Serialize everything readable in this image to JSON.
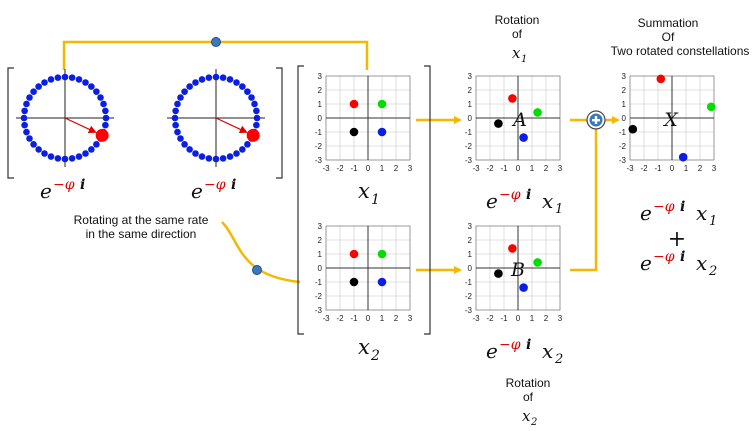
{
  "colors": {
    "arrow": "#F5B800",
    "ring": "#0A1EE6",
    "red": "#FF0000",
    "green": "#00DD00",
    "blue": "#0A1EE6",
    "black": "#000000",
    "phase": "#E00000",
    "junction": "#3A78C0"
  },
  "labels": {
    "rotation_top": [
      "Rotation",
      "of"
    ],
    "rotation_bottom": [
      "Rotation",
      "of"
    ],
    "summation": [
      "Summation",
      "Of",
      "Two rotated constellations"
    ],
    "rotating_note": [
      "Rotating at the same rate",
      "in the same direction"
    ]
  },
  "math": {
    "e": "e",
    "minus_phi": "−φ",
    "i": "i",
    "x": "x",
    "sub1": "1",
    "sub2": "2",
    "plus": "+",
    "A": "A",
    "B": "B",
    "X": "X"
  },
  "ticks": [
    "-3",
    "-2",
    "-1",
    "0",
    "1",
    "2",
    "3"
  ],
  "constellations": {
    "x1": [
      {
        "x": -1,
        "y": 1,
        "color": "red"
      },
      {
        "x": 1,
        "y": 1,
        "color": "green"
      },
      {
        "x": -1,
        "y": -1,
        "color": "black"
      },
      {
        "x": 1,
        "y": -1,
        "color": "blue"
      }
    ],
    "x2": [
      {
        "x": -1,
        "y": 1,
        "color": "red"
      },
      {
        "x": 1,
        "y": 1,
        "color": "green"
      },
      {
        "x": -1,
        "y": -1,
        "color": "black"
      },
      {
        "x": 1,
        "y": -1,
        "color": "blue"
      }
    ],
    "A": [
      {
        "x": -0.4,
        "y": 1.4,
        "color": "red"
      },
      {
        "x": 1.4,
        "y": 0.4,
        "color": "green"
      },
      {
        "x": -1.4,
        "y": -0.4,
        "color": "black"
      },
      {
        "x": 0.4,
        "y": -1.4,
        "color": "blue"
      }
    ],
    "B": [
      {
        "x": -0.4,
        "y": 1.4,
        "color": "red"
      },
      {
        "x": 1.4,
        "y": 0.4,
        "color": "green"
      },
      {
        "x": -1.4,
        "y": -0.4,
        "color": "black"
      },
      {
        "x": 0.4,
        "y": -1.4,
        "color": "blue"
      }
    ],
    "X": [
      {
        "x": -0.8,
        "y": 2.8,
        "color": "red"
      },
      {
        "x": 2.8,
        "y": 0.8,
        "color": "green"
      },
      {
        "x": -2.8,
        "y": -0.8,
        "color": "black"
      },
      {
        "x": 0.8,
        "y": -2.8,
        "color": "blue"
      }
    ]
  },
  "phase_circle": {
    "dot_count": 36,
    "angle_deg": -25
  }
}
